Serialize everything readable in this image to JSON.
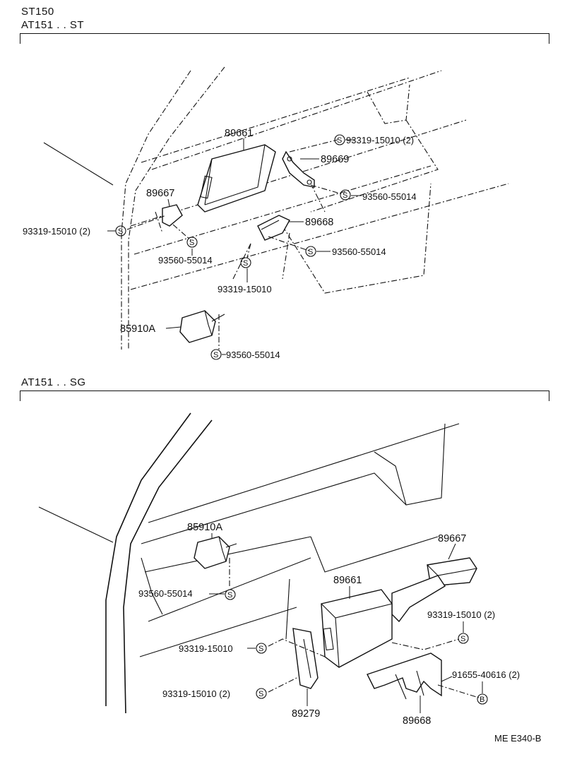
{
  "sections": [
    {
      "model_line1": "ST150",
      "model_line2": "AT151 . . ST"
    },
    {
      "model_line1": "AT151 . . SG"
    }
  ],
  "symbols": {
    "screw": "S",
    "bolt": "B"
  },
  "top_labels": {
    "p89661": "89661",
    "p89669": "89669",
    "p89667": "89667",
    "p89668": "89668",
    "p85910A": "85910A",
    "screw_tr": "93319-15010 (2)",
    "nut_r1": "93560-55014",
    "screw_l": "93319-15010 (2)",
    "nut_l": "93560-55014",
    "nut_r2": "93560-55014",
    "screw_b": "93319-15010",
    "nut_b": "93560-55014"
  },
  "bottom_labels": {
    "p85910A": "85910A",
    "p89667": "89667",
    "p89661": "89661",
    "nut_l": "93560-55014",
    "screw_r": "93319-15010 (2)",
    "screw_m": "93319-15010",
    "bolt_r": "91655-40616 (2)",
    "screw_l2": "93319-15010 (2)",
    "p89279": "89279",
    "p89668": "89668"
  },
  "figure_code": "ME E340-B"
}
